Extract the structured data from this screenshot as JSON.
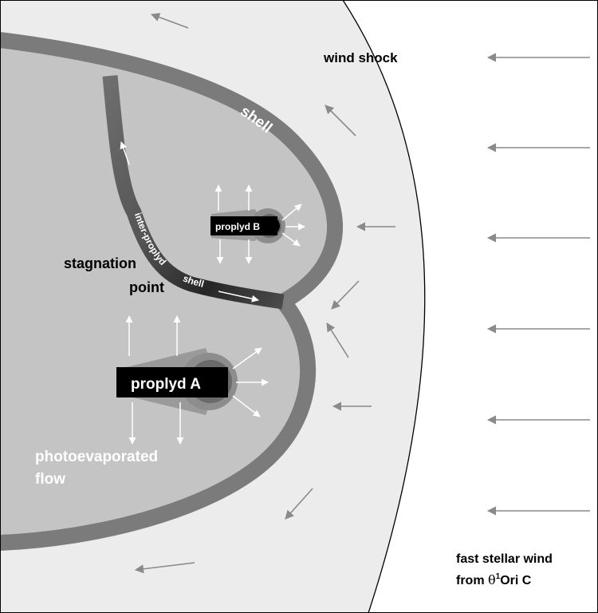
{
  "labels": {
    "wind_shock": "wind shock",
    "shell": "shell",
    "inter_proplyd": "inter-proplyd",
    "inter_shell": "shell",
    "stagnation_line1": "stagnation",
    "stagnation_line2": "point",
    "proplyd_a": "proplyd A",
    "proplyd_b": "proplyd B",
    "photo_line1": "photoevaporated",
    "photo_line2": "flow",
    "wind_line1": "fast stellar wind",
    "wind_line2_prefix": "from ",
    "wind_theta": "θ",
    "wind_sup": "1",
    "wind_line2_suffix": "Ori C"
  },
  "colors": {
    "outer_region": "#ececec",
    "inner_region": "#c4c4c4",
    "shell": "#7b7b7b",
    "proplyd_box": "#000000",
    "photo_text": "#ffffff",
    "wind_arrow": "#8a8a8a",
    "flow_arrow": "#ffffff",
    "text": "#000000"
  }
}
